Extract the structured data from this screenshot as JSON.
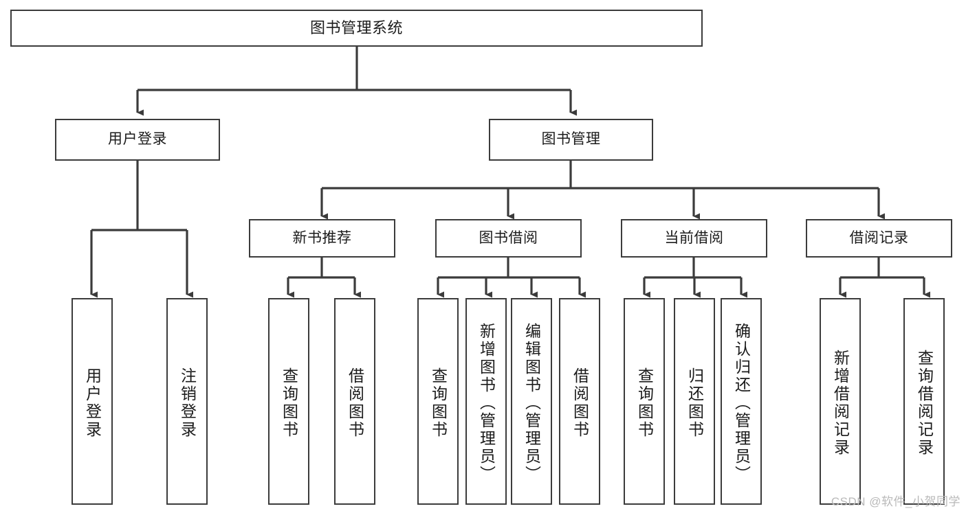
{
  "diagram": {
    "type": "org-chart",
    "title": "图书管理系统",
    "colors": {
      "stroke": "#3b3b3b",
      "fill": "#ffffff",
      "text": "#1b1b1b",
      "watermark": "#b9b9b9"
    },
    "levels": {
      "root": {
        "label": "图书管理系统"
      },
      "level1": [
        {
          "id": "user-login",
          "label": "用户登录"
        },
        {
          "id": "book-management",
          "label": "图书管理"
        }
      ],
      "level2": [
        {
          "id": "new-book-recommend",
          "label": "新书推荐"
        },
        {
          "id": "book-borrow",
          "label": "图书借阅"
        },
        {
          "id": "current-borrow",
          "label": "当前借阅"
        },
        {
          "id": "borrow-record",
          "label": "借阅记录"
        }
      ],
      "leaves": [
        {
          "id": "leaf-user-login",
          "label": "用户登录",
          "parent": "user-login"
        },
        {
          "id": "leaf-logout",
          "label": "注销登录",
          "parent": "user-login"
        },
        {
          "id": "leaf-query-book-1",
          "label": "查询图书",
          "parent": "new-book-recommend"
        },
        {
          "id": "leaf-borrow-book-1",
          "label": "借阅图书",
          "parent": "new-book-recommend"
        },
        {
          "id": "leaf-query-book-2",
          "label": "查询图书",
          "parent": "book-borrow"
        },
        {
          "id": "leaf-add-book",
          "label": "新增图书（管理员）",
          "parent": "book-borrow"
        },
        {
          "id": "leaf-edit-book",
          "label": "编辑图书（管理员）",
          "parent": "book-borrow"
        },
        {
          "id": "leaf-borrow-book-2",
          "label": "借阅图书",
          "parent": "book-borrow"
        },
        {
          "id": "leaf-query-book-3",
          "label": "查询图书",
          "parent": "current-borrow"
        },
        {
          "id": "leaf-return-book",
          "label": "归还图书",
          "parent": "current-borrow"
        },
        {
          "id": "leaf-confirm-return",
          "label": "确认归还（管理员）",
          "parent": "current-borrow"
        },
        {
          "id": "leaf-add-record",
          "label": "新增借阅记录",
          "parent": "borrow-record"
        },
        {
          "id": "leaf-query-record",
          "label": "查询借阅记录",
          "parent": "borrow-record"
        }
      ]
    },
    "watermark": "CSDN @软件_小贺同学"
  }
}
